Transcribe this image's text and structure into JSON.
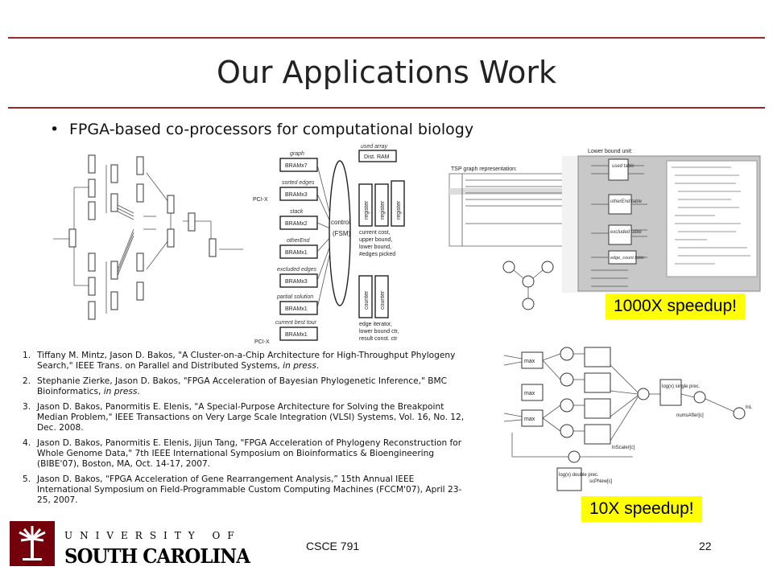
{
  "slide": {
    "title": "Our Applications Work",
    "bullet": "FPGA-based co-processors for computational biology",
    "badge_top": "1000X speedup!",
    "badge_bottom": "10X speedup!",
    "course": "CSCE 791",
    "page": "22"
  },
  "logo": {
    "line1": "UNIVERSITY OF",
    "line2": "SOUTH CAROLINA",
    "colors": {
      "garnet": "#73000a",
      "black": "#000000"
    }
  },
  "figure_middle": {
    "used_array": "used array",
    "dist_ram": "Dist. RAM",
    "graph": "graph",
    "sorted_edges": "sorted edges",
    "stack": "stack",
    "other_end": "otherEnd",
    "excluded_edges": "excluded edges",
    "partial_solution": "partial solution",
    "current_best_tour": "current best tour",
    "bram_x7": "BRAMx7",
    "bram_x3": "BRAMx3",
    "bram_x2": "BRAMx2",
    "bram_x1": "BRAMx1",
    "pci_x": "PCI-X",
    "control": "control",
    "fsm": "(FSM)",
    "register": "register",
    "counter": "counter",
    "current_cost": "current cost,",
    "upper_bound": "upper bound,",
    "lower_bound": "lower bound,",
    "edges_picked": "#edges picked",
    "edge_iterator": "edge iterator,",
    "lower_bound_ctr": "lower bound ctr,",
    "result_const_ctr": "result const. ctr"
  },
  "figure_right_top": {
    "tsp_label": "TSP graph representation:",
    "lower_bound_unit": "Lower bound unit:",
    "used_table": "used table",
    "other_end_table": "otherEnd table",
    "excluded_table": "excluded table",
    "edge_count_table": "edge_count table"
  },
  "figure_right_bottom": {
    "max": "max",
    "single_prec": "log(x) single prec.",
    "double_prec": "log(x) double prec.",
    "nums_after": "numsAfter[c]",
    "ln_scaler": "lnScaler[c]",
    "sc_pnew": "scPNew[c]",
    "lnl": "lnL"
  },
  "references": [
    {
      "num": "1.",
      "text": "Tiffany M. Mintz, Jason D. Bakos, \"A Cluster-on-a-Chip Architecture for High-Throughput Phylogeny Search,\" IEEE Trans. on Parallel and Distributed Systems, ",
      "italic": "in press",
      "tail": "."
    },
    {
      "num": "2.",
      "text": "Stephanie Zierke, Jason D. Bakos, \"FPGA Acceleration of Bayesian Phylogenetic Inference,\" BMC Bioinformatics, ",
      "italic": "in press",
      "tail": "."
    },
    {
      "num": "3.",
      "text": "Jason D. Bakos, Panormitis E. Elenis, \"A Special-Purpose Architecture for Solving the Breakpoint Median Problem,\"  IEEE Transactions on Very Large Scale Integration (VLSI) Systems, Vol. 16, No. 12, Dec. 2008.",
      "italic": "",
      "tail": ""
    },
    {
      "num": "4.",
      "text": "Jason D. Bakos, Panormitis E. Elenis, Jijun Tang, \"FPGA Acceleration of Phylogeny Reconstruction for Whole Genome Data,\"  7th IEEE International Symposium on Bioinformatics & Bioengineering (BIBE'07), Boston, MA, Oct. 14-17, 2007.",
      "italic": "",
      "tail": ""
    },
    {
      "num": "5.",
      "text": "Jason D. Bakos, “FPGA Acceleration of Gene Rearrangement Analysis,” 15th Annual IEEE International Symposium on Field-Programmable Custom Computing Machines (FCCM'07), April 23-25, 2007.",
      "italic": "",
      "tail": ""
    }
  ]
}
